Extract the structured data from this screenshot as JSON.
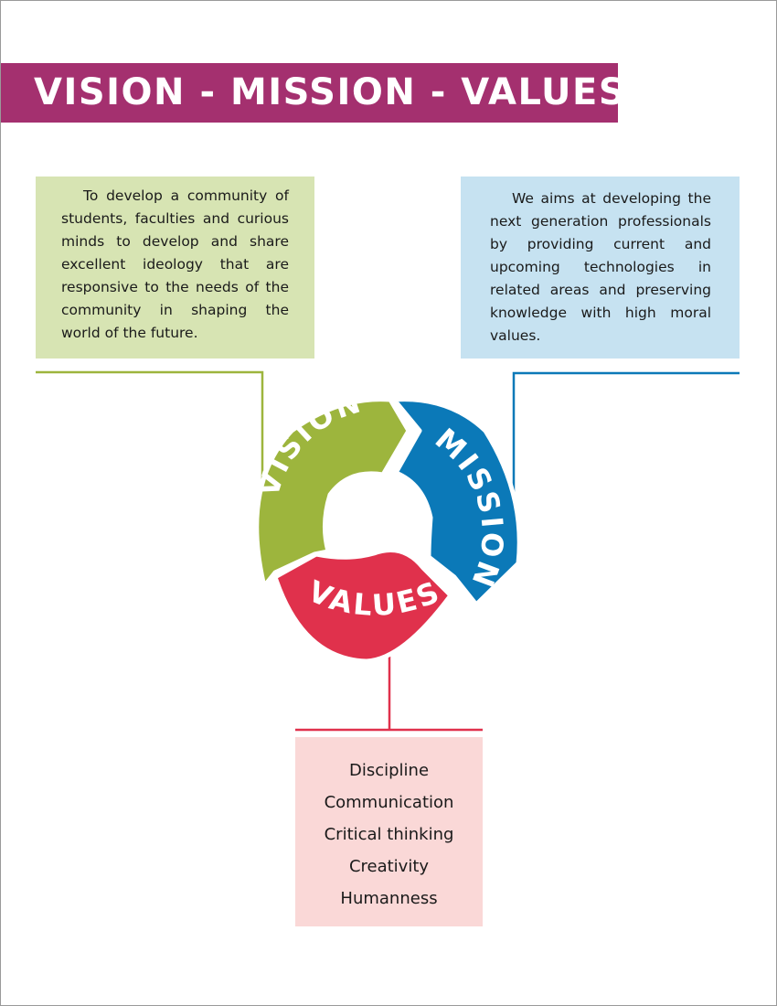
{
  "title": "VISION - MISSION - VALUES",
  "vision": {
    "label": "VISION",
    "text": "To develop a community of students, faculties and curious minds to develop and share excellent ideology that are responsive to the needs of the community in shaping the world of the future."
  },
  "mission": {
    "label": "MISSION",
    "text": "We aims at developing the next generation professionals by providing current and upcoming technologies in related areas and preserving knowledge with high moral values."
  },
  "values": {
    "label": "VALUES",
    "items": [
      "Discipline",
      "Communication",
      "Critical thinking",
      "Creativity",
      "Humanness"
    ]
  },
  "colors": {
    "title_banner": "#a4306f",
    "vision": "#9db53d",
    "mission": "#0b79b8",
    "values": "#e0314c",
    "vision_box": "#d7e4b3",
    "mission_box": "#c6e2f1",
    "values_box": "#fad8d7"
  }
}
